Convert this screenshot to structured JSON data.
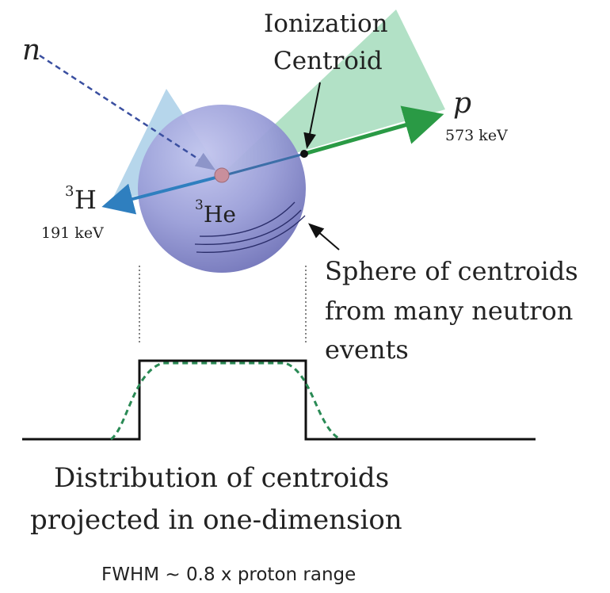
{
  "labels": {
    "neutron": "n",
    "proton": "p",
    "proton_energy": "573 keV",
    "triton_sup": "3",
    "triton": "H",
    "triton_energy": "191 keV",
    "helium_sup": "3",
    "helium": "He",
    "ionization_line1": "Ionization",
    "ionization_line2": "Centroid",
    "sphere_line1": "Sphere of centroids",
    "sphere_line2": "from many neutron",
    "sphere_line3": "events",
    "dist_line1": "Distribution of centroids",
    "dist_line2": "projected in one-dimension",
    "fwhm": "FWHM ~ 0.8 x proton range"
  },
  "colors": {
    "sphere": "#8f93cf",
    "proton_arrow": "#2a9a45",
    "triton_arrow": "#2f7fbf",
    "neutron_arrow": "#3a4fa0",
    "cone_green": "#9fd9b8",
    "cone_blue": "#a9cfe8",
    "nucleus": "#c98f9c"
  }
}
